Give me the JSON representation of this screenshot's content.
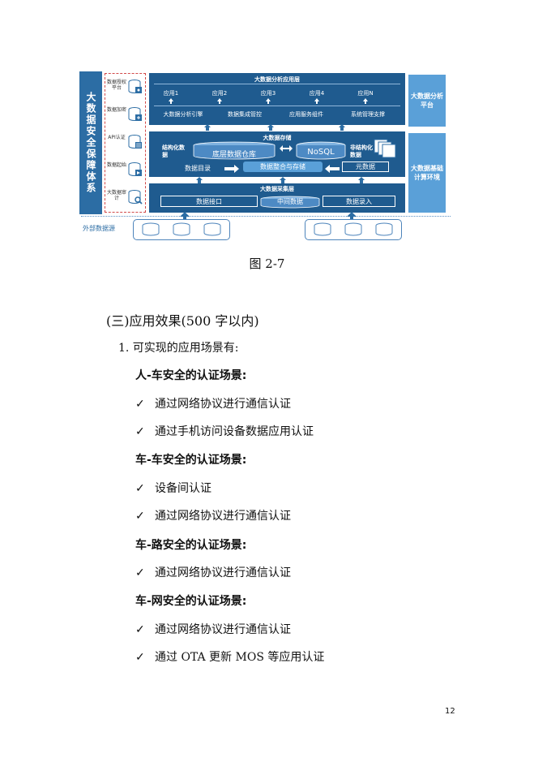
{
  "diagram": {
    "security_column": "大数据安全保障体系",
    "security_items": [
      "数据授权平台",
      "数据加密",
      "API认证",
      "数据起始",
      "大数据审计"
    ],
    "analysis_layer": {
      "title": "大数据分析应用层",
      "apps": [
        "应用1",
        "应用2",
        "应用3",
        "应用4",
        "应用N"
      ],
      "services": [
        "大数据分析引擎",
        "数据集成管控",
        "应用服务组件",
        "系统管理支撑"
      ]
    },
    "storage_layer": {
      "title": "大数据存储",
      "structured": "结构化数据",
      "warehouse": "底层数据仓库",
      "nosql": "NoSQL",
      "unstructured": "非结构化数据",
      "catalog": "数据目录",
      "integration": "数据整合与存储",
      "metadata": "元数据"
    },
    "collection_layer": {
      "title": "大数据采集层",
      "interface": "数据接口",
      "middle": "中间数据",
      "entry": "数据录入"
    },
    "right_labels": [
      "大数据分析平台",
      "大数据基础计算环境"
    ],
    "external": "外部数据源"
  },
  "caption": "图 2-7",
  "section_title": "(三)应用效果(500 字以内)",
  "item1": "1.  可实现的应用场景有:",
  "check_mark": "✓",
  "scenarios": [
    {
      "heading": "人-车安全的认证场景:",
      "items": [
        "通过网络协议进行通信认证",
        "通过手机访问设备数据应用认证"
      ]
    },
    {
      "heading": "车-车安全的认证场景:",
      "items": [
        "设备间认证",
        "通过网络协议进行通信认证"
      ]
    },
    {
      "heading": "车-路安全的认证场景:",
      "items": [
        "通过网络协议进行通信认证"
      ]
    },
    {
      "heading": "车-网安全的认证场景:",
      "items": [
        "通过网络协议进行通信认证",
        "通过 OTA 更新 MOS 等应用认证"
      ]
    }
  ],
  "page_number": "12"
}
